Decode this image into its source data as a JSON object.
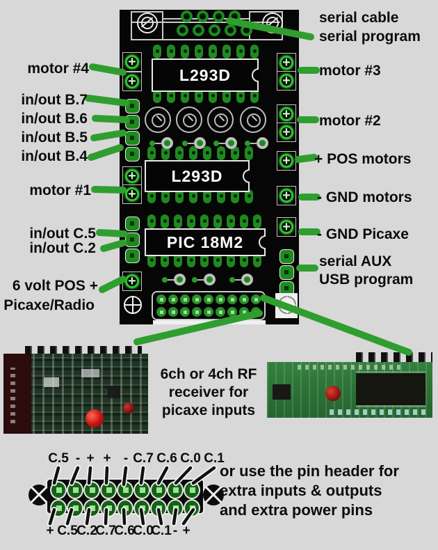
{
  "colors": {
    "background": "#d8d8d8",
    "board": "#060606",
    "arrow_green": "#2f9e2f",
    "pad_green": "#1e8a1e",
    "bright_ring": "#2ec62e",
    "pin_center": "#97e497",
    "silver": "#c9c9c9",
    "outline_white": "#e9e9e9",
    "label": "#0c0c0c",
    "chip_text": "#ffffff",
    "led_red": "#c51010"
  },
  "board": {
    "chips": [
      {
        "label": "L293D"
      },
      {
        "label": "L293D"
      },
      {
        "label": "PIC 18M2"
      }
    ]
  },
  "labels": {
    "left": [
      {
        "text": "motor #4"
      },
      {
        "text": "in/out B.7"
      },
      {
        "text": "in/out B.6"
      },
      {
        "text": "in/out B.5"
      },
      {
        "text": "in/out B.4"
      },
      {
        "text": "motor #1"
      },
      {
        "text": "in/out C.5"
      },
      {
        "text": "in/out C.2"
      },
      {
        "text": "6 volt POS +"
      },
      {
        "text": "Picaxe/Radio"
      }
    ],
    "right": [
      {
        "text": "serial cable"
      },
      {
        "text": "serial program"
      },
      {
        "text": "motor #3"
      },
      {
        "text": "motor #2"
      },
      {
        "text": "+ POS motors"
      },
      {
        "text": "- GND motors"
      },
      {
        "text": "- GND Picaxe"
      },
      {
        "text": "serial AUX"
      },
      {
        "text": "USB program"
      }
    ]
  },
  "rf_caption": {
    "lines": [
      "6ch or 4ch RF",
      "receiver for",
      "picaxe inputs"
    ]
  },
  "pin_header": {
    "top_labels": [
      "C.5",
      "-",
      "+",
      "+",
      "-",
      "C.7",
      "C.6",
      "C.0",
      "C.1"
    ],
    "bottom_labels": [
      "+",
      "C.5",
      "C.2",
      "C.7",
      "C.6",
      "C.0",
      "C.1",
      "-",
      "+"
    ]
  },
  "pin_caption": {
    "lines": [
      "or use the pin header for",
      "extra inputs & outputs",
      "and extra power pins"
    ]
  }
}
